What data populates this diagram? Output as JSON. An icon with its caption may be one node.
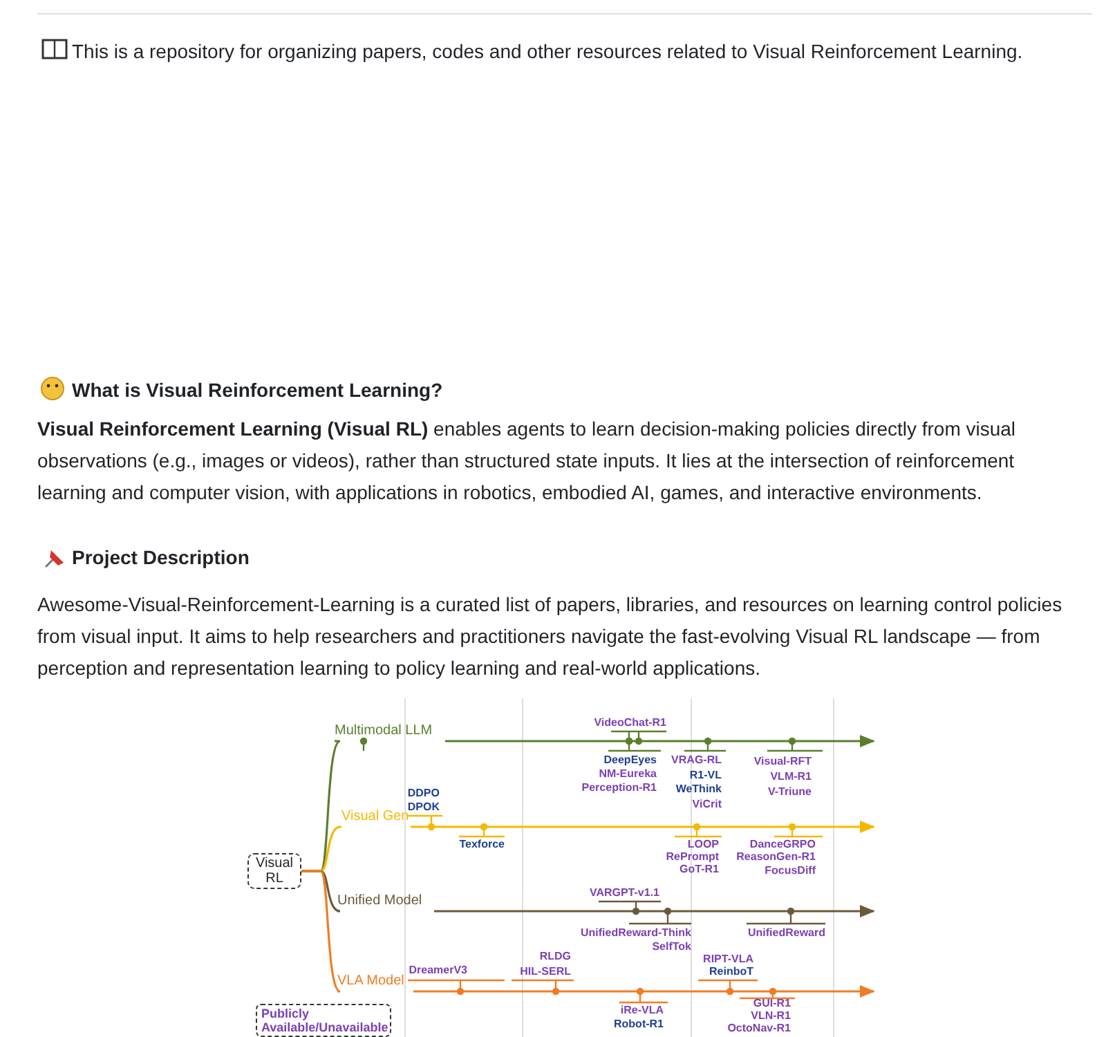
{
  "diagram": {
    "nodes": [
      {
        "text": [
          "Visual RL"
        ]
      },
      {
        "text": [
          "Multimodal LLM"
        ]
      },
      {
        "text": [
          "Visual Gen"
        ]
      },
      {
        "text": [
          "Unified Model"
        ]
      },
      {
        "text": [
          "VLA Model"
        ]
      }
    ],
    "edges": [
      {
        "from": 0,
        "to": 1,
        "arrow": "none",
        "color": "#5b7f2e"
      },
      {
        "from": 0,
        "to": 2,
        "arrow": "none",
        "color": "#f5b800"
      },
      {
        "from": 0,
        "to": 3,
        "arrow": "none",
        "color": "#6b5a3a"
      },
      {
        "from": 0,
        "to": 4,
        "arrow": "none",
        "color": "#f07c24"
      },
      {
        "from": 1,
        "to": null,
        "arrow": "to",
        "color": "#5b7f2e"
      },
      {
        "from": 2,
        "to": null,
        "arrow": "to",
        "color": "#f5b800"
      },
      {
        "from": 3,
        "to": null,
        "arrow": "to",
        "color": "#6b5a3a"
      },
      {
        "from": 4,
        "to": null,
        "arrow": "to",
        "color": "#f07c24"
      }
    ],
    "labels": [
      "This is a repository for organizing papers, codes and other resources related to Visual Reinforcement Learning.",
      "What is Visual Reinforcement Learning?",
      "**Visual Reinforcement Learning (Visual RL)** enables agents to learn decision-making policies directly from visual observations (e.g., images or videos), rather than structured state inputs. It lies at the intersection of reinforcement learning and computer vision, with applications in robotics, embodied AI, games, and interactive environments.",
      "Project Description",
      "Awesome-Visual-Reinforcement-Learning is a curated list of papers, libraries, and resources on learning control policies from visual input. It aims to help researchers and practitioners navigate the fast-evolving Visual RL landscape — from perception and representation learning to policy learning and real-world applications.",
      "VideoChat-R1",
      "DeepEyes",
      "NM-Eureka",
      "Perception-R1",
      "VRAG-RL",
      "R1-VL",
      "WeThink",
      "ViCrit",
      "Visual-RFT",
      "VLM-R1",
      "V-Triune",
      "DDPO",
      "DPOK",
      "Texforce",
      "LOOP",
      "RePrompt",
      "GoT-R1",
      "DanceGRPO",
      "ReasonGen-R1",
      "FocusDiff",
      "VARGPT-v1.1",
      "UnifiedReward-Think",
      "SelfTok",
      "UnifiedReward",
      "DreamerV3",
      "RLDG",
      "HIL-SERL",
      "RIPT-VLA",
      "ReinboT",
      "iRe-VLA",
      "Robot-R1",
      "GUI-R1",
      "VLN-R1",
      "OctoNav-R1",
      "Publicly Available/Unavailable"
    ]
  }
}
